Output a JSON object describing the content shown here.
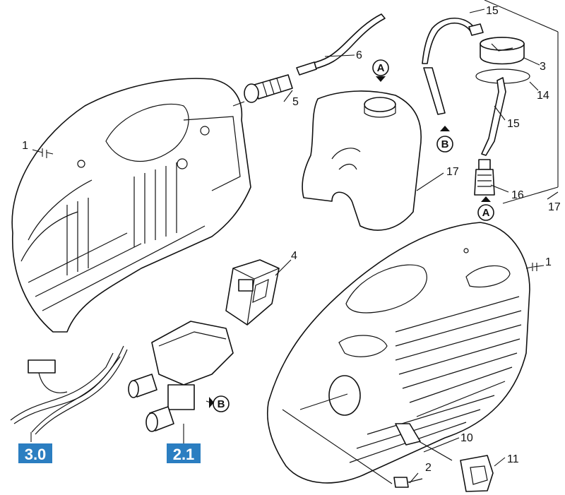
{
  "callouts": {
    "c1_left": "1",
    "c1_right": "1",
    "c2": "2",
    "c3": "3",
    "c4": "4",
    "c5": "5",
    "c6": "6",
    "c10": "10",
    "c11": "11",
    "c14": "14",
    "c15_top": "15",
    "c15_mid": "15",
    "c16": "16",
    "c17_tank": "17",
    "c17_side": "17"
  },
  "connectors": {
    "a_tank": "A",
    "b_tube": "B",
    "a_filter": "A",
    "b_valve": "B"
  },
  "references": {
    "wiring": "3.0",
    "pump": "2.1"
  },
  "colors": {
    "badge_fill": "#2b7ec1",
    "line": "#111111"
  }
}
